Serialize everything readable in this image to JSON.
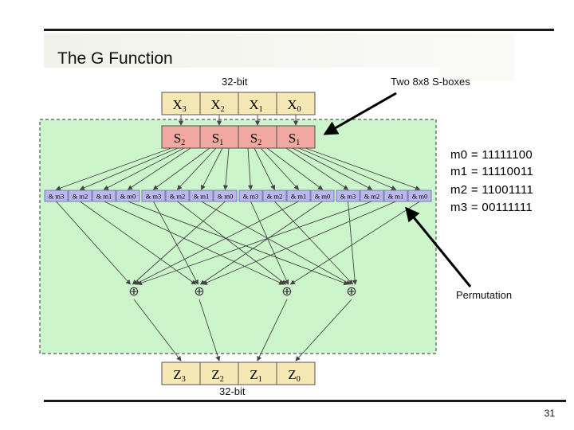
{
  "slide": {
    "title": "The G Function",
    "page_number": "31"
  },
  "labels": {
    "input_bits": "32-bit",
    "output_bits": "32-bit",
    "sboxes_callout": "Two 8x8 S-boxes",
    "permutation_callout": "Permutation"
  },
  "masks": [
    "m0 = 11111100",
    "m1 = 11110011",
    "m2 = 11001111",
    "m3 = 00111111"
  ],
  "diagram": {
    "inputs": [
      {
        "base": "X",
        "sub": "3"
      },
      {
        "base": "X",
        "sub": "2"
      },
      {
        "base": "X",
        "sub": "1"
      },
      {
        "base": "X",
        "sub": "0"
      }
    ],
    "sboxes": [
      {
        "base": "S",
        "sub": "2"
      },
      {
        "base": "S",
        "sub": "1"
      },
      {
        "base": "S",
        "sub": "2"
      },
      {
        "base": "S",
        "sub": "1"
      }
    ],
    "and_masks": [
      "& m3",
      "& m2",
      "& m1",
      "& m0"
    ],
    "xor_symbol": "⊕",
    "outputs": [
      {
        "base": "Z",
        "sub": "3"
      },
      {
        "base": "Z",
        "sub": "2"
      },
      {
        "base": "Z",
        "sub": "1"
      },
      {
        "base": "Z",
        "sub": "0"
      }
    ],
    "colors": {
      "input_box": "#f5e8b4",
      "sbox": "#f0a8a0",
      "permutation_area": "#ccf5cc",
      "mask_box": "#b8b8ec",
      "outline": "#555555"
    }
  }
}
